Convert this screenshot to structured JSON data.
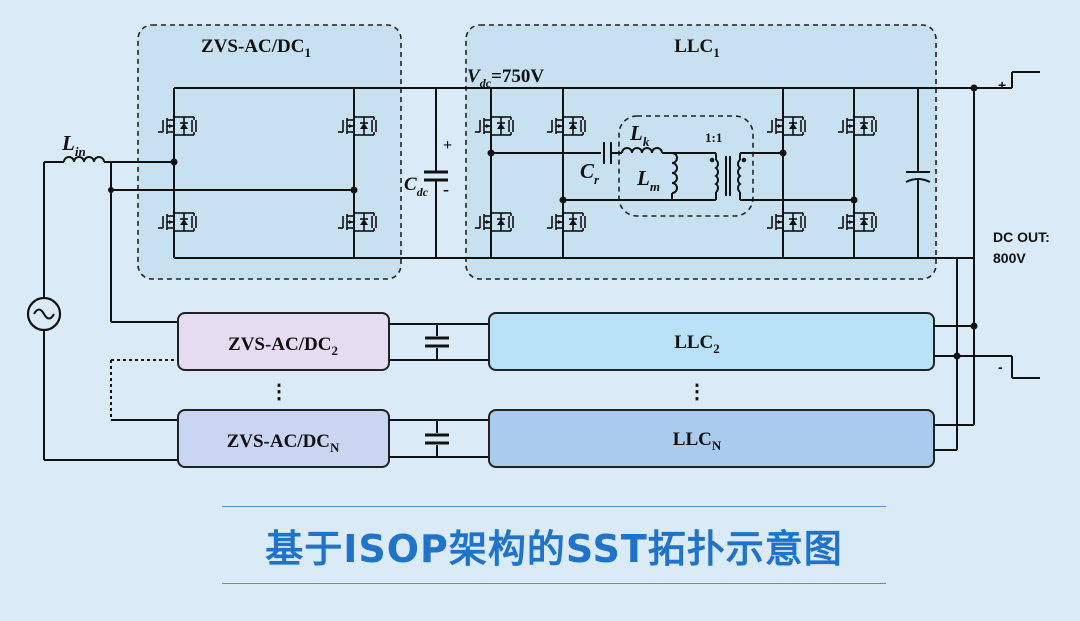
{
  "blocks": {
    "zvs1_main": "ZVS-AC/DC",
    "zvs1_sub": "1",
    "llc1_main": "LLC",
    "llc1_sub": "1",
    "zvs2_main": "ZVS-AC/DC",
    "zvs2_sub": "2",
    "llc2_main": "LLC",
    "llc2_sub": "2",
    "zvsn_main": "ZVS-AC/DC",
    "zvsn_sub": "N",
    "llcn_main": "LLC",
    "llcn_sub": "N"
  },
  "labels": {
    "lin_main": "L",
    "lin_sub": "in",
    "vdc_main": "V",
    "vdc_sub": "dc",
    "vdc_value": "=750V",
    "cdc_main": "C",
    "cdc_sub": "dc",
    "plus": "+",
    "minus": "-",
    "cr_main": "C",
    "cr_sub": "r",
    "lk_main": "L",
    "lk_sub": "k",
    "lm_main": "L",
    "lm_sub": "m",
    "ratio": "1:1",
    "out_plus": "+",
    "out_minus": "-",
    "dc_out_line1": "DC OUT:",
    "dc_out_line2": "800V",
    "dots": "⋮"
  },
  "caption": "基于ISOP架构的SST拓扑示意图",
  "colors": {
    "background": "#dbeaf7",
    "zvs_module_fill": "#e6dcf2",
    "zvsn_module_fill": "#c9d5f1",
    "llc_module_fill": "#b8e2f5",
    "llcn_module_fill": "#a9cbee",
    "caption_text": "#1f73c9"
  }
}
